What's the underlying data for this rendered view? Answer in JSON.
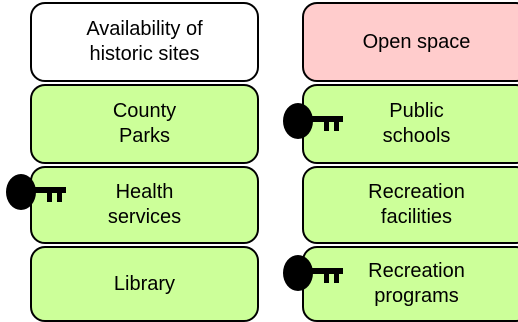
{
  "columns": [
    {
      "boxes": [
        {
          "label": "Availability of\nhistoric sites",
          "fill": "#ffffff",
          "key": false
        },
        {
          "label": "County\nParks",
          "fill": "#ccff99",
          "key": false
        },
        {
          "label": "Health\nservices",
          "fill": "#ccff99",
          "key": true
        },
        {
          "label": "Library",
          "fill": "#ccff99",
          "key": false
        }
      ]
    },
    {
      "boxes": [
        {
          "label": "Open space",
          "fill": "#ffcccc",
          "key": false
        },
        {
          "label": "Public\nschools",
          "fill": "#ccff99",
          "key": true
        },
        {
          "label": "Recreation\nfacilities",
          "fill": "#ccff99",
          "key": false
        },
        {
          "label": "Recreation\nprograms",
          "fill": "#ccff99",
          "key": true
        }
      ]
    }
  ],
  "key_icon": "key-icon"
}
